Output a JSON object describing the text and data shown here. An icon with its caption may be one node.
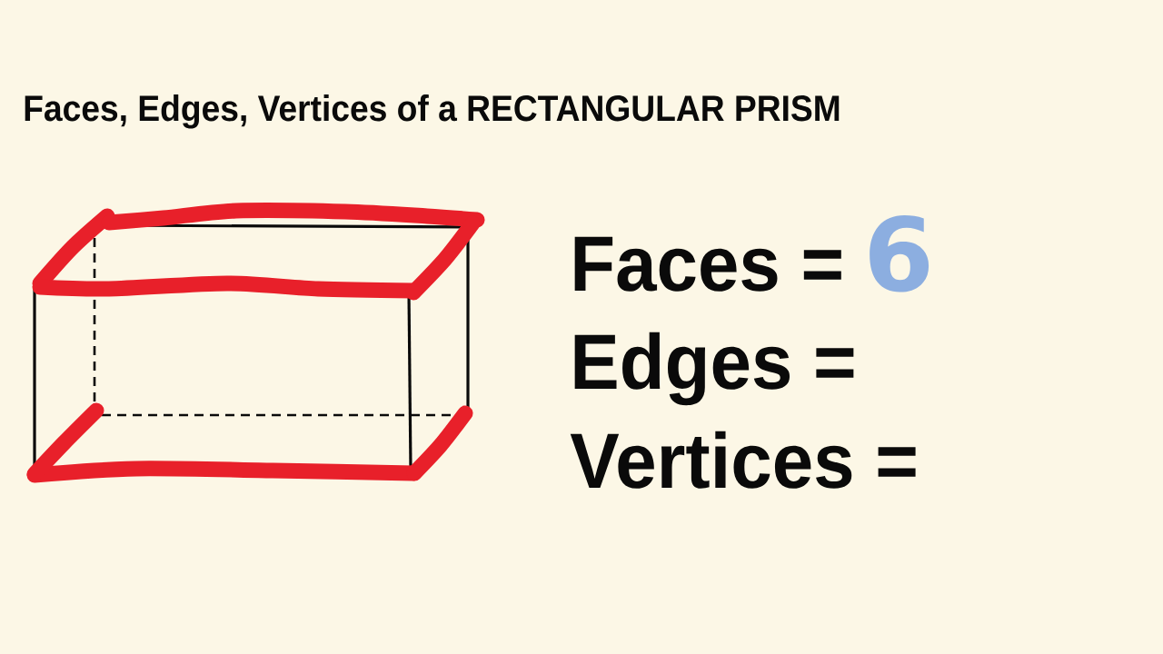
{
  "diagram": {
    "title": "Faces, Edges, Vertices of a RECTANGULAR PRISM",
    "labels": [
      "Faces =",
      "6",
      "Edges =",
      "Vertices ="
    ]
  }
}
